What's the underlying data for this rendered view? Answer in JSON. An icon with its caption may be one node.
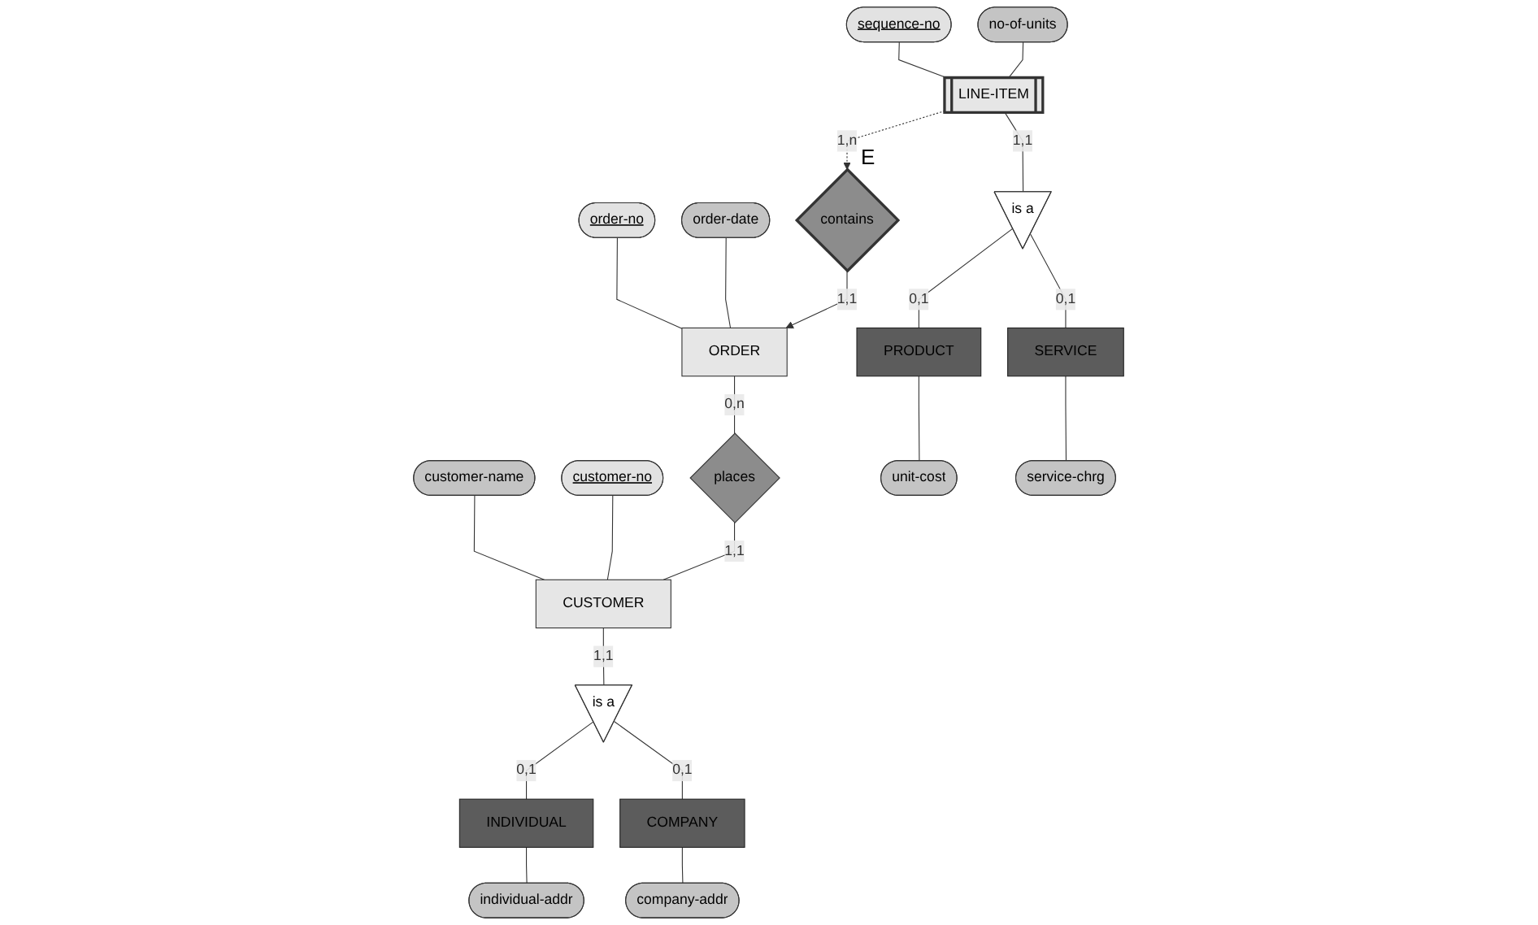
{
  "diagram": {
    "nodes": [
      {
        "text": [
          "no-of-units"
        ]
      },
      {
        "text": [
          "customer-name"
        ]
      },
      {
        "text": [
          "sequence-no"
        ]
      },
      {
        "text": [
          "order-no"
        ]
      },
      {
        "text": [
          "order-date"
        ]
      },
      {
        "text": [
          "customer-no"
        ]
      },
      {
        "text": [
          "LINE-ITEM"
        ]
      },
      {
        "text": [
          "contains"
        ],
        "beside": [
          "E"
        ]
      },
      {
        "text": [
          "ORDER"
        ]
      },
      {
        "text": [
          "places"
        ]
      },
      {
        "text": [
          "CUSTOMER"
        ]
      },
      {
        "text": [
          "is a"
        ]
      },
      {
        "text": [
          "is a"
        ]
      },
      {
        "text": [
          "PRODUCT"
        ]
      },
      {
        "text": [
          "SERVICE"
        ]
      },
      {
        "text": [
          "INDIVIDUAL"
        ]
      },
      {
        "text": [
          "COMPANY"
        ]
      },
      {
        "text": [
          "unit-cost"
        ]
      },
      {
        "text": [
          "service-chrg"
        ]
      },
      {
        "text": [
          "individual-addr"
        ]
      },
      {
        "text": [
          "company-addr"
        ]
      }
    ],
    "edges": [
      {
        "from": 2,
        "to": 6,
        "arrow": "none"
      },
      {
        "from": 0,
        "to": 6,
        "arrow": "none"
      },
      {
        "from": 3,
        "to": 8,
        "arrow": "none"
      },
      {
        "from": 4,
        "to": 8,
        "arrow": "none"
      },
      {
        "from": 1,
        "to": 10,
        "arrow": "none"
      },
      {
        "from": 5,
        "to": 10,
        "arrow": "none"
      },
      {
        "from": 6,
        "to": 7,
        "arrow": "to",
        "label": "1,n",
        "style": "dashed"
      },
      {
        "from": 7,
        "to": 8,
        "arrow": "to",
        "label": "1,1"
      },
      {
        "from": 8,
        "to": 9,
        "arrow": "none",
        "label": "0,n"
      },
      {
        "from": 9,
        "to": 10,
        "arrow": "none",
        "label": "1,1"
      },
      {
        "from": 6,
        "to": 11,
        "arrow": "none",
        "label": "1,1"
      },
      {
        "from": 11,
        "to": 13,
        "arrow": "none",
        "label": "0,1"
      },
      {
        "from": 11,
        "to": 14,
        "arrow": "none",
        "label": "0,1"
      },
      {
        "from": 10,
        "to": 12,
        "arrow": "none",
        "label": "1,1"
      },
      {
        "from": 12,
        "to": 15,
        "arrow": "none",
        "label": "0,1"
      },
      {
        "from": 12,
        "to": 16,
        "arrow": "none",
        "label": "0,1"
      },
      {
        "from": 13,
        "to": 17,
        "arrow": "none"
      },
      {
        "from": 14,
        "to": 18,
        "arrow": "none"
      },
      {
        "from": 15,
        "to": 19,
        "arrow": "none"
      },
      {
        "from": 16,
        "to": 20,
        "arrow": "none"
      }
    ]
  }
}
